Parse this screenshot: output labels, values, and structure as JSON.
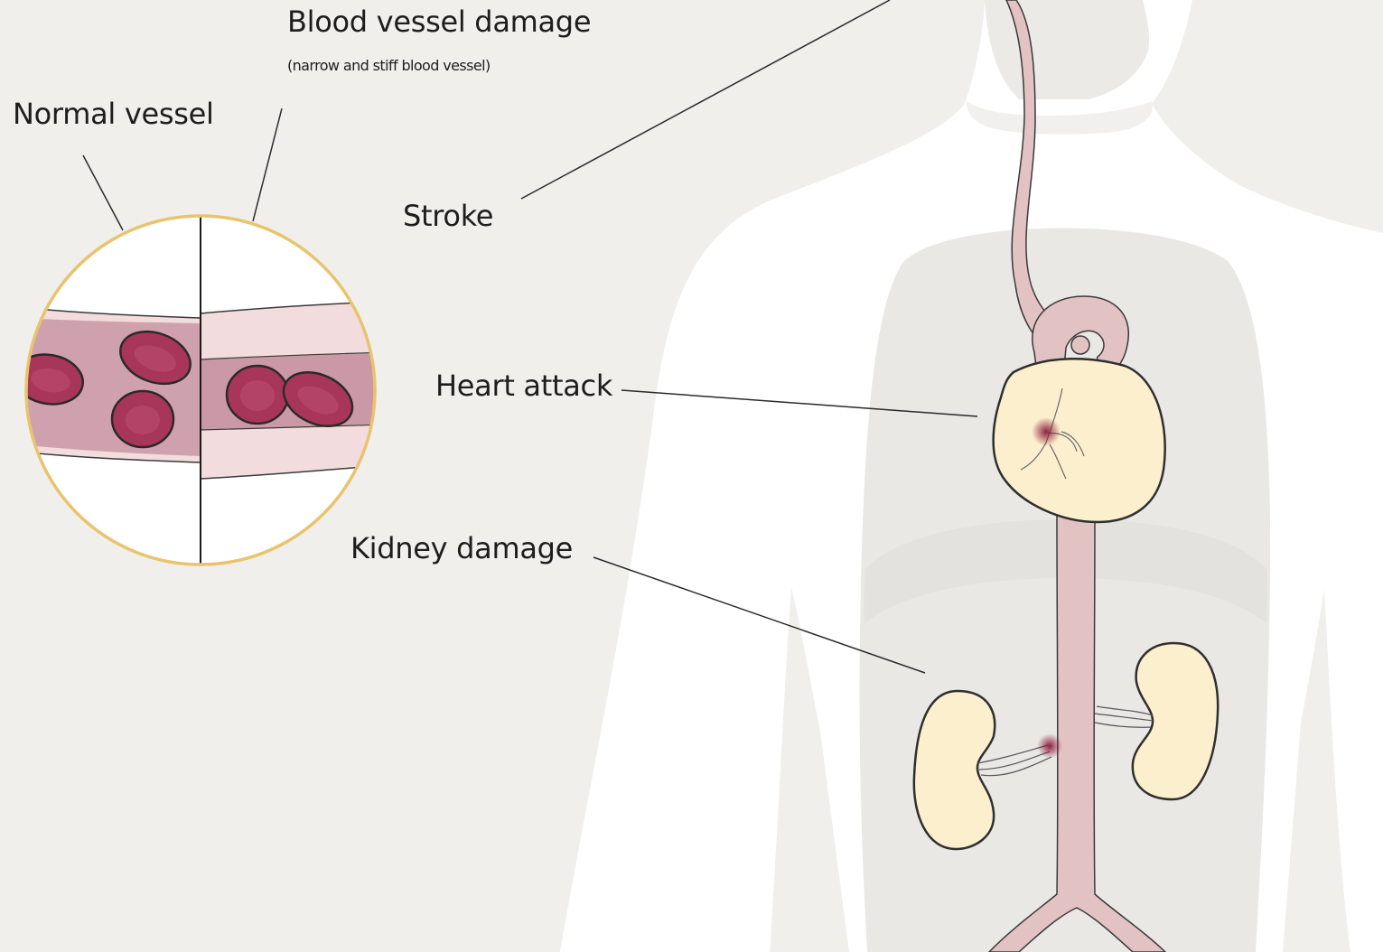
{
  "labels": {
    "blood_vessel_damage": "Blood vessel damage",
    "blood_vessel_damage_note": "(narrow and stiff blood vessel)",
    "normal_vessel": "Normal vessel",
    "stroke": "Stroke",
    "heart_attack": "Heart attack",
    "kidney_damage": "Kidney damage"
  },
  "colors": {
    "background": "#f0efec",
    "body": "#ffffff",
    "torso_shade": "#e9e8e5",
    "artery": "#e3c2c3",
    "artery_outline": "#3a3a3a",
    "organ": "#fcefcd",
    "vessel_wall": "#f2dcdd",
    "vessel_lumen_normal": "#cfa0ae",
    "vessel_lumen_narrow": "#ca98a6",
    "blood_cell": "#a8365a",
    "damage_mark": "#8a1838",
    "inset_ring": "#e8c46e"
  }
}
